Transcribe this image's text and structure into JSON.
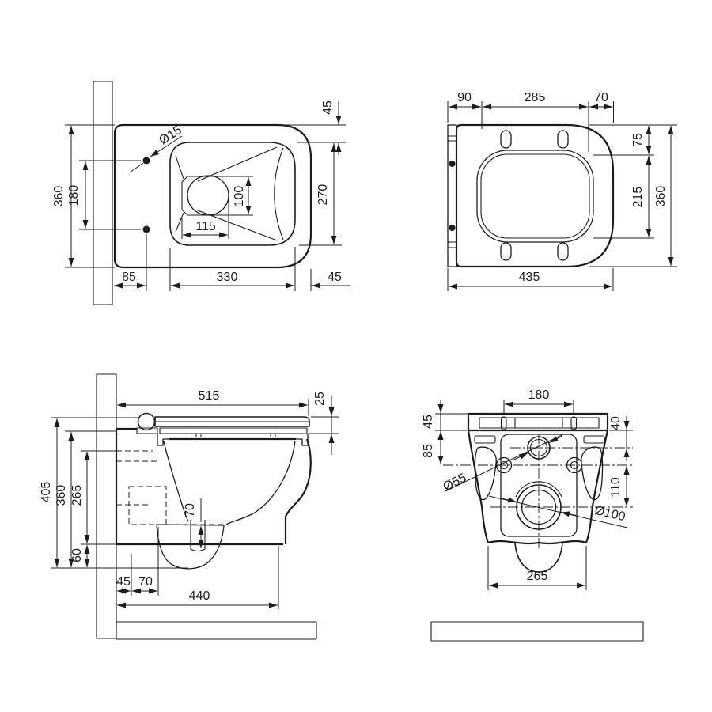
{
  "palette": {
    "background": "#ffffff",
    "line_color": "#1c1c1c"
  },
  "views": {
    "top_view": {
      "overall_depth": "360",
      "fixing_hole_spacing": "180",
      "fixing_hole_diameter": "Ø15",
      "rim_top_offset": "45",
      "rim_inner_depth": "270",
      "rim_right_offset": "45",
      "rim_inner_length": "330",
      "fixing_hole_wall_offset": "85",
      "drain_width": "115",
      "drain_depth": "100"
    },
    "seat_top_view": {
      "hinge_zone_length": "90",
      "opening_length": "285",
      "front_edge_length": "70",
      "opening_top_offset": "75",
      "opening_depth": "215",
      "overall_depth": "360",
      "overall_length": "435"
    },
    "side_view": {
      "overall_projection": "515",
      "seat_thickness": "25",
      "overall_height": "405",
      "body_height": "360",
      "inlet_channel_height": "265",
      "bottom_clearance": "60",
      "water_depth": "70",
      "trap_wall_offset": "45",
      "trap_channel_width": "70",
      "body_projection": "440"
    },
    "rear_view": {
      "bolt_spacing": "180",
      "mount_plate_height": "45",
      "bolt_axis_drop": "85",
      "inlet_axis_drop": "40",
      "outlet_axis_drop": "110",
      "inlet_diameter": "Ø55",
      "outlet_diameter": "Ø100",
      "base_width": "265"
    }
  }
}
